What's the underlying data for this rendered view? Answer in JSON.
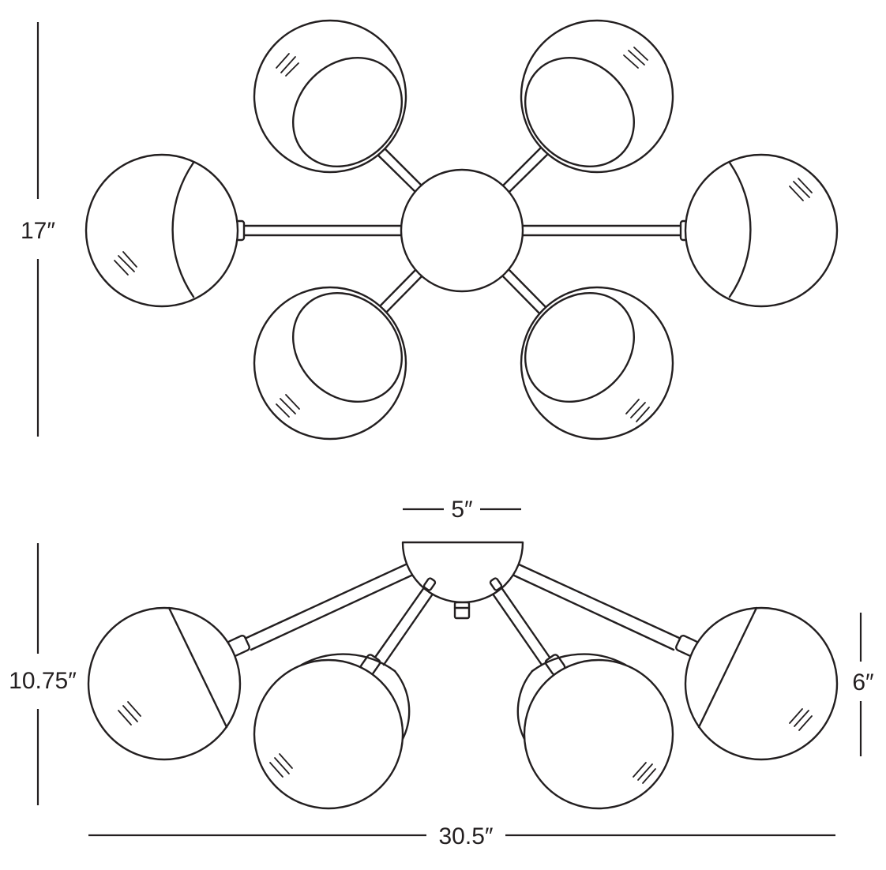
{
  "dimensions": {
    "height_top": "17″",
    "canopy_diameter": "5″",
    "height_side": "10.75″",
    "shade_height": "6″",
    "overall_width": "30.5″"
  }
}
